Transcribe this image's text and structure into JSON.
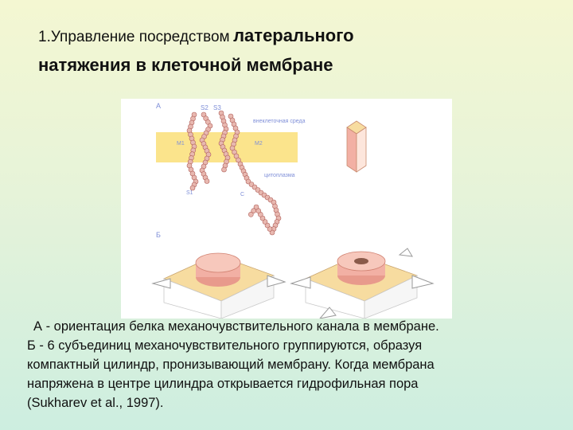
{
  "title": {
    "part_regular": "1.Управление посредством",
    "part_bold_inline": "латерального",
    "part_bold_line2": "натяжения в клеточной мембране"
  },
  "figure": {
    "panel_a_label": "А",
    "panel_b_label": "Б",
    "label_s2": "S2",
    "label_s3": "S3",
    "label_s1": "S1",
    "label_m1": "M1",
    "label_m2": "M2",
    "label_c": "C",
    "label_outer": "внеклеточная среда",
    "label_inner": "цитоплазма",
    "colors": {
      "membrane": "#fbe48c",
      "bead": "#e8b8b0",
      "bead_stroke": "#b0605a",
      "label_blue": "#7f8fd8",
      "cylinder": "#f2b0a4",
      "box_top": "#f7dca0",
      "box_side": "#ffffff"
    }
  },
  "caption": {
    "line1": "А - ориентация белка механочувствительного канала в мембране.",
    "line2": "Б - 6 субъединиц механочувствительного группируются, образуя",
    "line3": "компактный цилиндр, пронизывающий мембрану. Когда мембрана",
    "line4": "напряжена в центре цилиндра открывается гидрофильная пора",
    "line5": "(Sukharev et al., 1997)."
  }
}
